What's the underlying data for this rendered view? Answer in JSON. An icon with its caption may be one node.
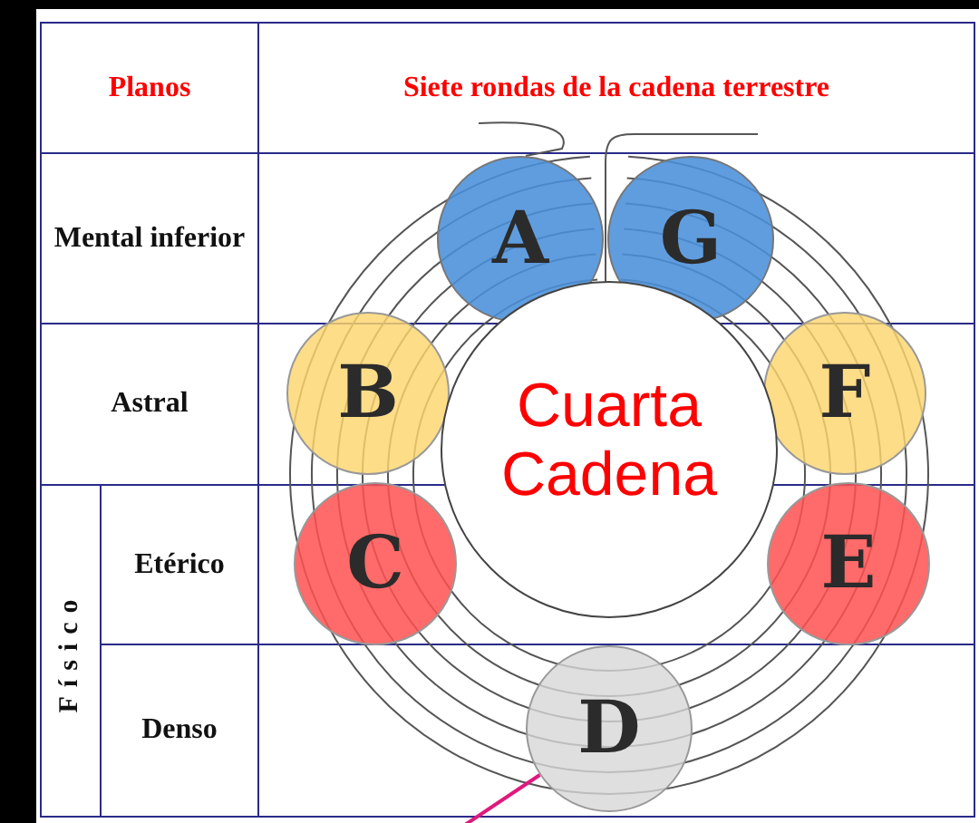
{
  "diagram": {
    "nodes": [
      {
        "text": [
          "A"
        ]
      },
      {
        "text": [
          "G"
        ]
      },
      {
        "text": [
          "B"
        ]
      },
      {
        "text": [
          "F"
        ]
      },
      {
        "text": [
          "Cuarta Cadena"
        ]
      },
      {
        "text": [
          "C"
        ]
      },
      {
        "text": [
          "E"
        ]
      },
      {
        "text": [
          "D"
        ]
      }
    ],
    "edges": [
      {
        "from": null,
        "to": 7,
        "arrow": "none",
        "color": "#e0197d"
      }
    ],
    "labels": [
      "Planos",
      "Siete rondas de la cadena terrestre",
      "Mental inferior",
      "Astral",
      "Físico",
      "Etérico",
      "Denso"
    ]
  }
}
